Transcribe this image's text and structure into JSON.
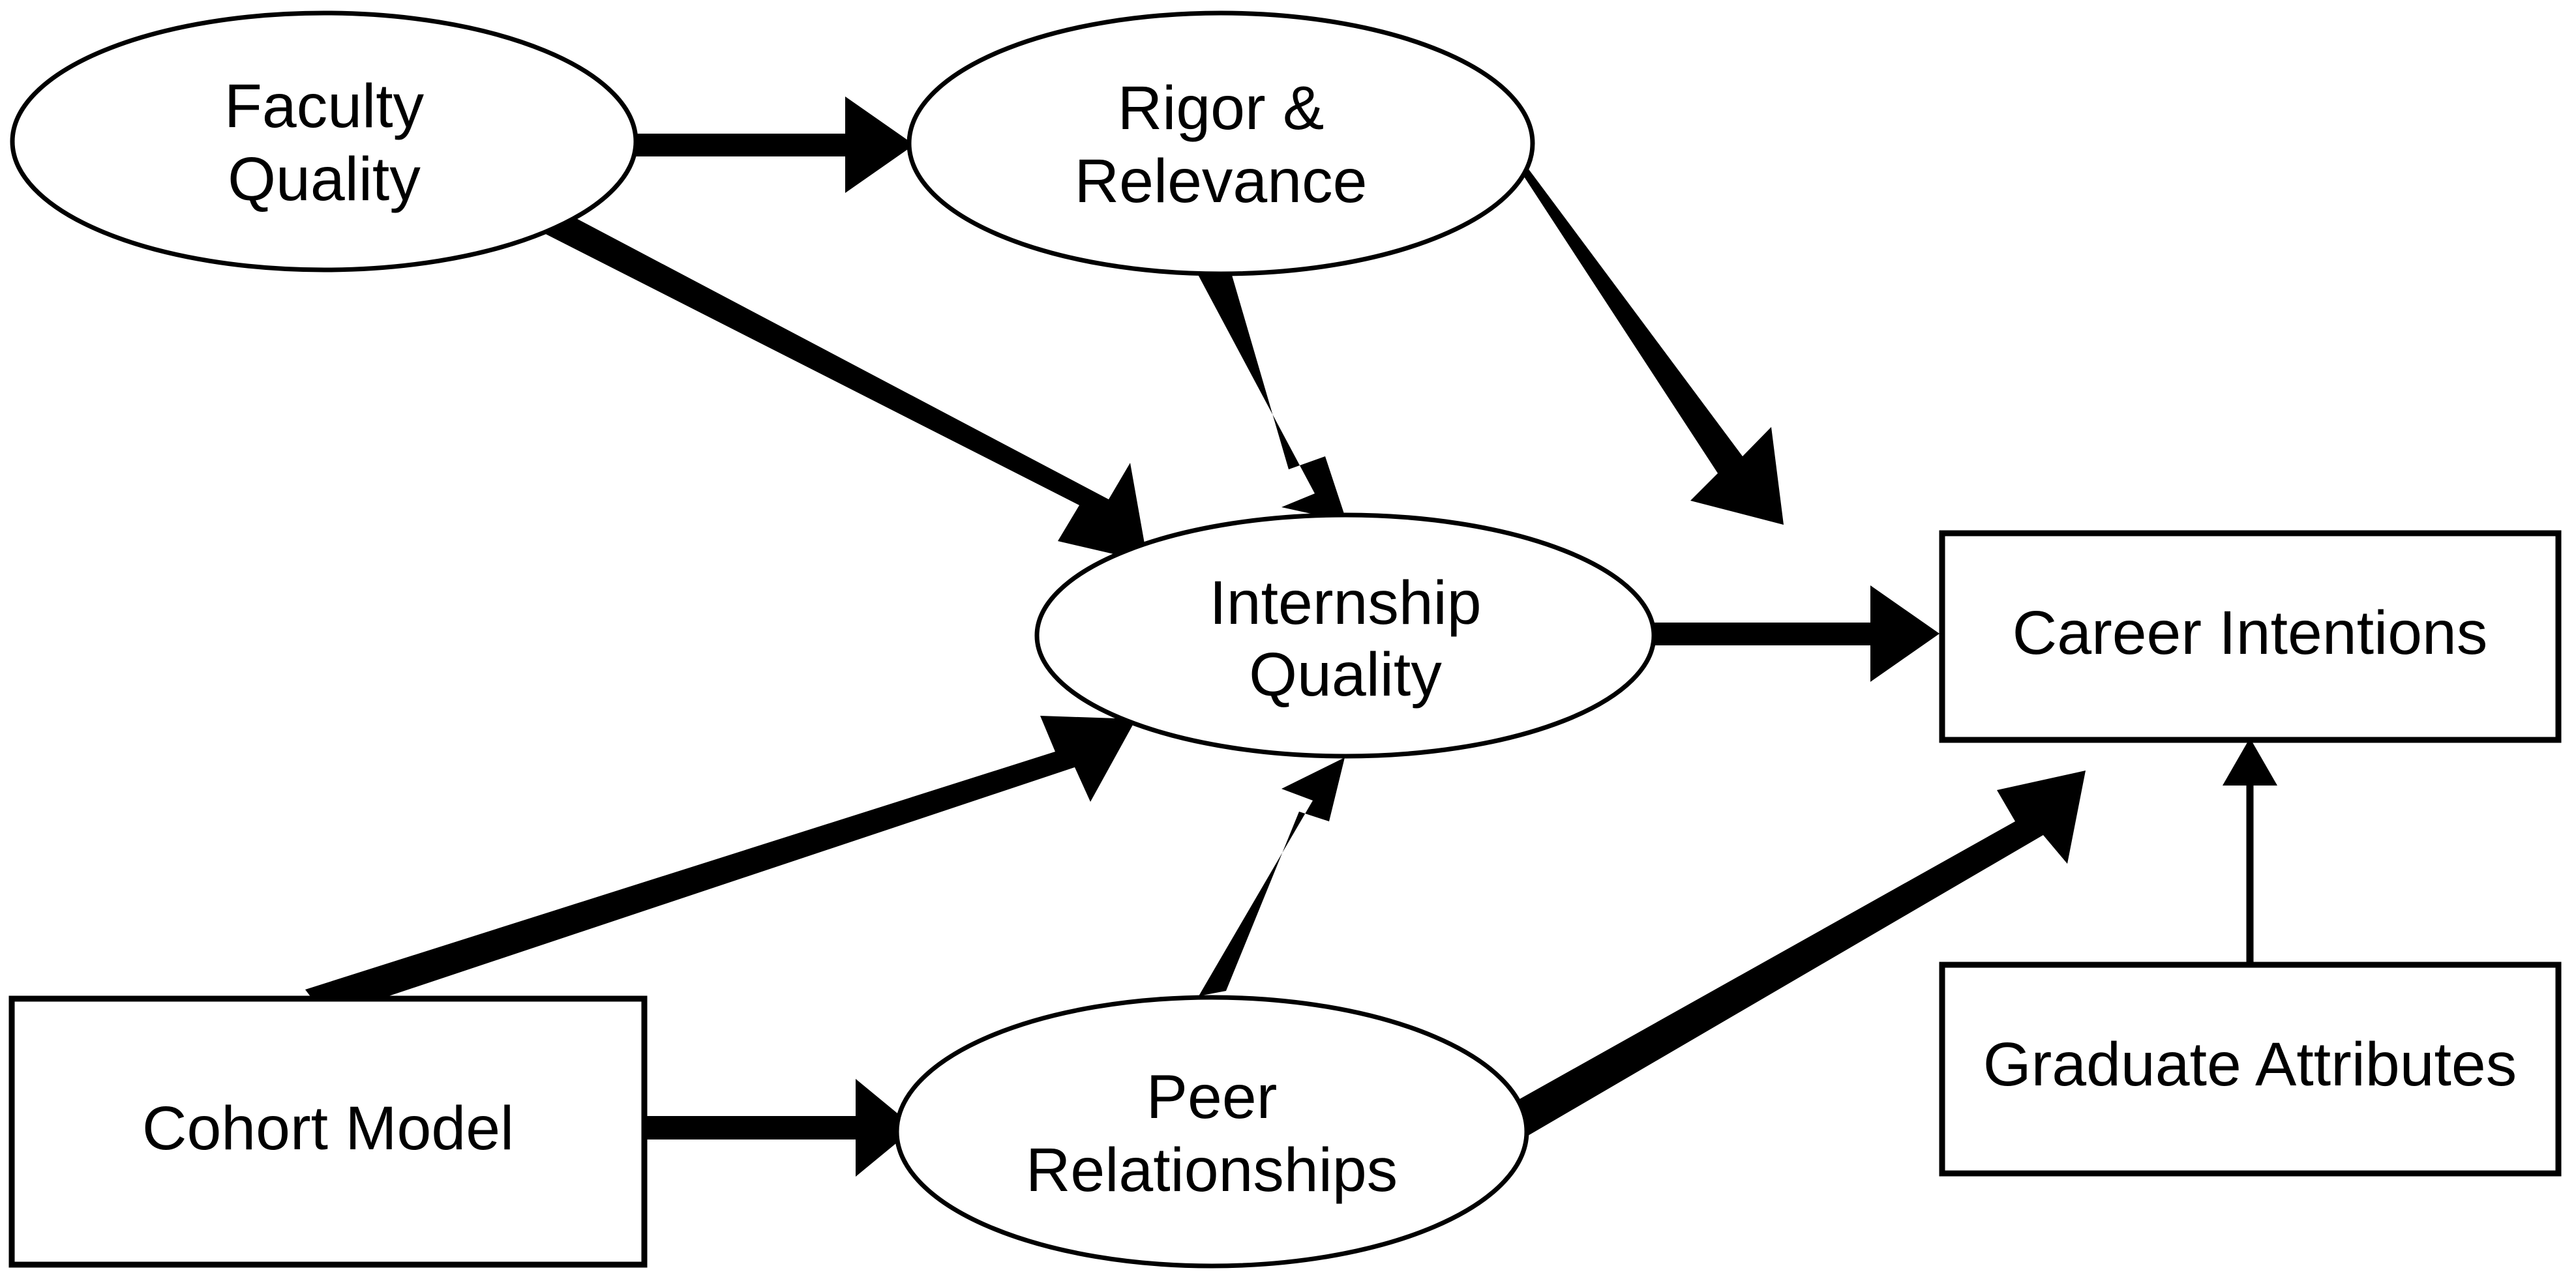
{
  "diagram": {
    "type": "conceptual-path-model",
    "background_color": "#ffffff",
    "line_color": "#000000",
    "nodes": [
      {
        "id": "faculty-quality",
        "shape": "ellipse",
        "line1": "Faculty",
        "line2": "Quality"
      },
      {
        "id": "rigor-relevance",
        "shape": "ellipse",
        "line1": "Rigor &",
        "line2": "Relevance"
      },
      {
        "id": "internship-quality",
        "shape": "ellipse",
        "line1": "Internship",
        "line2": "Quality"
      },
      {
        "id": "peer-relationships",
        "shape": "ellipse",
        "line1": "Peer",
        "line2": "Relationships"
      },
      {
        "id": "cohort-model",
        "shape": "rectangle",
        "line1": "Cohort Model",
        "line2": ""
      },
      {
        "id": "career-intentions",
        "shape": "rectangle",
        "line1": "Career Intentions",
        "line2": ""
      },
      {
        "id": "graduate-attributes",
        "shape": "rectangle",
        "line1": "Graduate Attributes",
        "line2": ""
      }
    ],
    "edges": [
      {
        "id": "faculty-to-rigor",
        "from": "Faculty Quality",
        "to": "Rigor & Relevance",
        "style": "thick-arrow"
      },
      {
        "id": "faculty-to-internship",
        "from": "Faculty Quality",
        "to": "Internship Quality",
        "style": "thick-arrow"
      },
      {
        "id": "rigor-to-internship",
        "from": "Rigor & Relevance",
        "to": "Internship Quality",
        "style": "thick-arrow"
      },
      {
        "id": "rigor-to-career",
        "from": "Rigor & Relevance",
        "to": "Career Intentions",
        "style": "thick-arrow"
      },
      {
        "id": "internship-to-career",
        "from": "Internship Quality",
        "to": "Career Intentions",
        "style": "thick-arrow"
      },
      {
        "id": "cohort-to-internship",
        "from": "Cohort Model",
        "to": "Internship Quality",
        "style": "thick-arrow"
      },
      {
        "id": "cohort-to-peer",
        "from": "Cohort Model",
        "to": "Peer Relationships",
        "style": "thick-arrow"
      },
      {
        "id": "peer-to-internship",
        "from": "Peer Relationships",
        "to": "Internship Quality",
        "style": "thick-arrow"
      },
      {
        "id": "peer-to-career",
        "from": "Peer Relationships",
        "to": "Career Intentions",
        "style": "thick-arrow"
      },
      {
        "id": "graduate-to-career",
        "from": "Graduate Attributes",
        "to": "Career Intentions",
        "style": "thin-arrow"
      }
    ]
  }
}
